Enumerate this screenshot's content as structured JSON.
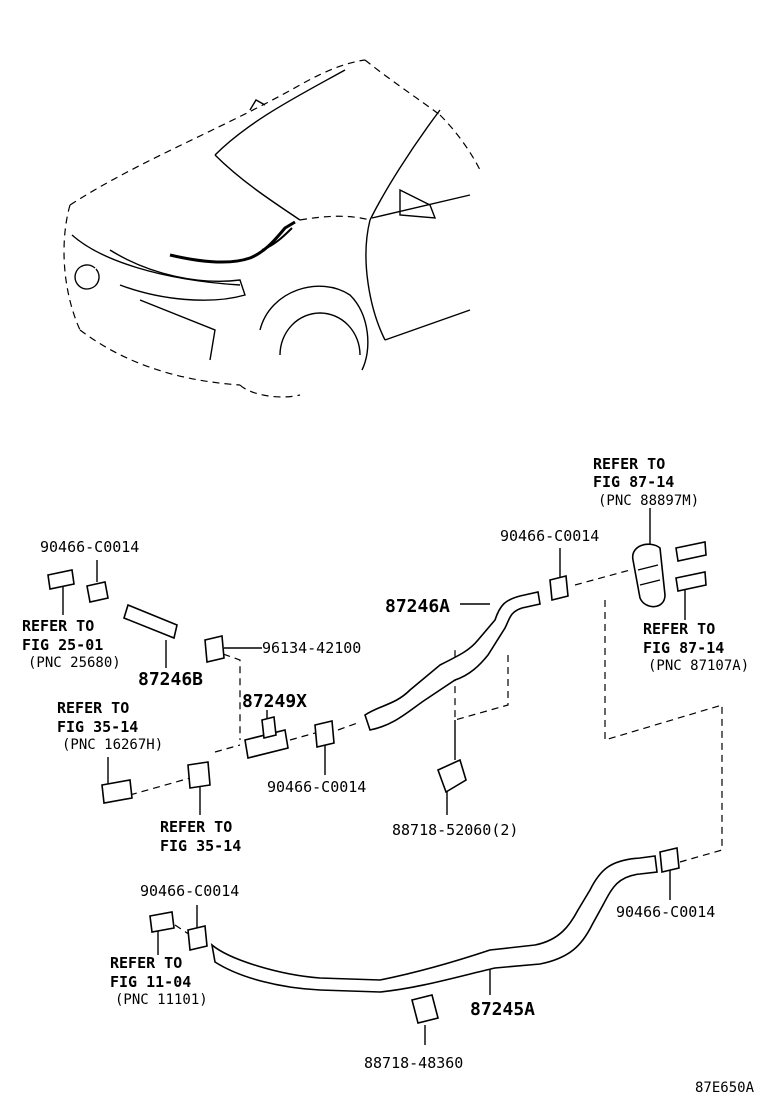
{
  "labels": {
    "ref_fig_87_14_top": "REFER TO",
    "ref_fig_87_14_top_fig": "FIG 87-14",
    "ref_fig_87_14_top_pnc": "(PNC 88897M)",
    "clip_top_right": "90466-C0014",
    "clip_top_left": "90466-C0014",
    "ref_fig_25_01": "REFER TO",
    "ref_fig_25_01_fig": "FIG 25-01",
    "ref_fig_25_01_pnc": "(PNC 25680)",
    "hose_87246b": "87246B",
    "clamp_96134": "96134-42100",
    "hose_87246a": "87246A",
    "ref_fig_87_14_right": "REFER TO",
    "ref_fig_87_14_right_fig": "FIG 87-14",
    "ref_fig_87_14_right_pnc": "(PNC 87107A)",
    "ref_fig_35_14_top": "REFER TO",
    "ref_fig_35_14_top_fig": "FIG 35-14",
    "ref_fig_35_14_top_pnc": "(PNC 16267H)",
    "valve_87249x": "87249X",
    "clip_mid": "90466-C0014",
    "clamp_88718_52060": "88718-52060(2)",
    "ref_fig_35_14_bottom": "REFER TO",
    "ref_fig_35_14_bottom_fig": "FIG 35-14",
    "clip_lower_left": "90466-C0014",
    "clip_lower_right": "90466-C0014",
    "ref_fig_11_04": "REFER TO",
    "ref_fig_11_04_fig": "FIG 11-04",
    "ref_fig_11_04_pnc": "(PNC 11101)",
    "hose_87245a": "87245A",
    "clamp_88718_48360": "88718-48360",
    "figure_code": "87E650A"
  }
}
